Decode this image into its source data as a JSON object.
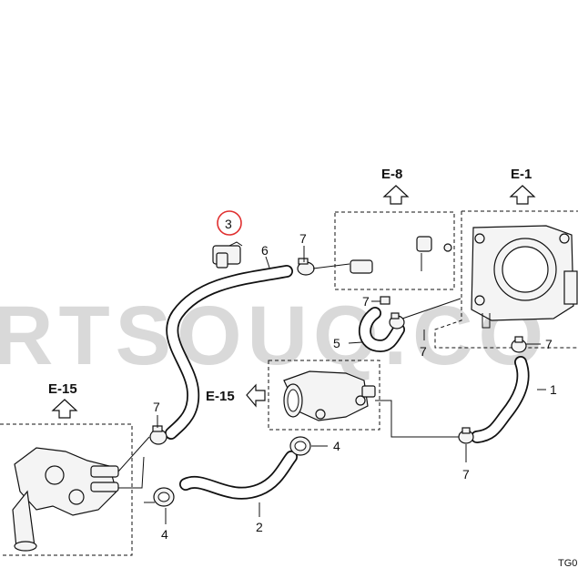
{
  "watermark": "RTSOUQ.CO",
  "drawing_code": "TG0",
  "refs": {
    "e8": "E-8",
    "e1": "E-1",
    "e15_left": "E-15",
    "e15_center": "E-15"
  },
  "callouts": {
    "c3": "3",
    "c6": "6",
    "c7_top": "7",
    "c7_upper_mid": "7",
    "c5": "5",
    "c7_mid": "7",
    "c7_right": "7",
    "c1": "1",
    "c7_left": "7",
    "c4_center": "4",
    "c4_left": "4",
    "c2": "2",
    "c7_bottom": "7"
  },
  "highlight": {
    "color": "#e03030",
    "item": "3"
  },
  "colors": {
    "line": "#111111",
    "watermark": "#d9d9d9",
    "background": "#ffffff"
  }
}
